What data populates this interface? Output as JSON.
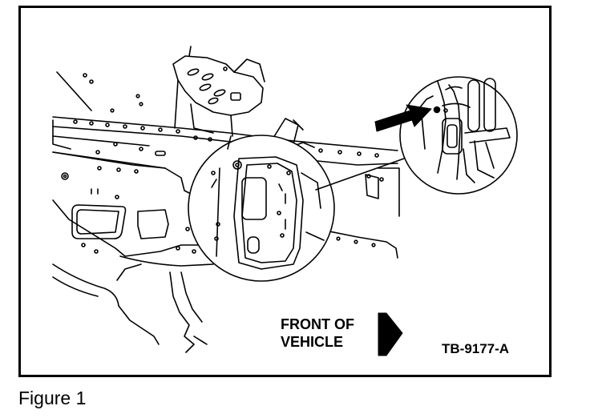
{
  "figure": {
    "direction_label_line1": "FRONT OF",
    "direction_label_line2": "VEHICLE",
    "reference_code": "TB-9177-A",
    "caption": "Figure 1"
  },
  "colors": {
    "ink": "#000000",
    "paper": "#ffffff"
  },
  "icons": {
    "direction_arrow": "arrow-right-icon",
    "callout_pointer": "pointer-arrow-icon"
  }
}
